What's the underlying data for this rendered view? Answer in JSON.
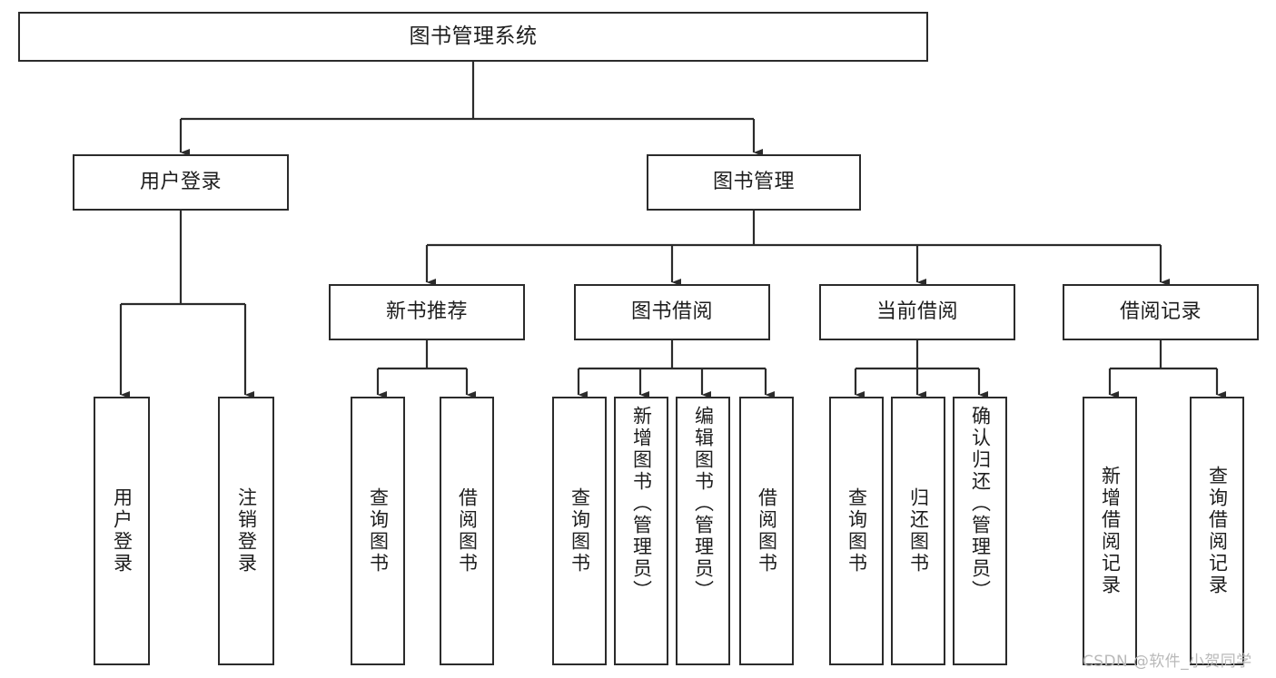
{
  "diagram": {
    "title_node": {
      "label": "图书管理系统"
    },
    "level2": [
      {
        "id": "user-login",
        "label": "用户登录"
      },
      {
        "id": "book-management",
        "label": "图书管理"
      }
    ],
    "level3": [
      {
        "id": "new-book-recommend",
        "label": "新书推荐"
      },
      {
        "id": "book-borrow",
        "label": "图书借阅"
      },
      {
        "id": "current-borrow",
        "label": "当前借阅"
      },
      {
        "id": "borrow-record",
        "label": "借阅记录"
      }
    ],
    "leaves": {
      "user_login": [
        {
          "id": "leaf-user-login",
          "label": "用户登录"
        },
        {
          "id": "leaf-logout",
          "label": "注销登录"
        }
      ],
      "new_book_recommend": [
        {
          "id": "leaf-query-book-1",
          "label": "查询图书"
        },
        {
          "id": "leaf-borrow-book-1",
          "label": "借阅图书"
        }
      ],
      "book_borrow": [
        {
          "id": "leaf-query-book-2",
          "label": "查询图书"
        },
        {
          "id": "leaf-add-book",
          "label": "新增图书（管理员）"
        },
        {
          "id": "leaf-edit-book",
          "label": "编辑图书（管理员）"
        },
        {
          "id": "leaf-borrow-book-2",
          "label": "借阅图书"
        }
      ],
      "current_borrow": [
        {
          "id": "leaf-query-book-3",
          "label": "查询图书"
        },
        {
          "id": "leaf-return-book",
          "label": "归还图书"
        },
        {
          "id": "leaf-confirm-return",
          "label": "确认归还（管理员）"
        }
      ],
      "borrow_record": [
        {
          "id": "leaf-add-record",
          "label": "新增借阅记录"
        },
        {
          "id": "leaf-query-record",
          "label": "查询借阅记录"
        }
      ]
    }
  },
  "watermark": {
    "text": "CSDN @软件_小贺同学"
  },
  "colors": {
    "stroke": "#2b2b2b",
    "background": "#ffffff",
    "text": "#1d1d1d",
    "watermark": "#b9b9b9"
  }
}
